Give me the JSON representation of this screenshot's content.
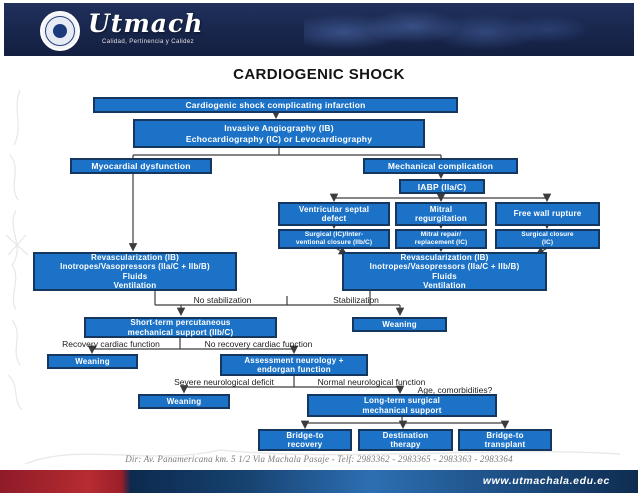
{
  "header": {
    "brand": "Utmach",
    "tagline": "Calidad, Pertinencia y Calidez"
  },
  "title": "CARDIOGENIC SHOCK",
  "flowchart": {
    "nodes": [
      {
        "id": "complicating-infarction",
        "text": "Cardiogenic shock complicating infarction"
      },
      {
        "id": "invasive-angiography",
        "text": "Invasive Angiography (IB)\nEchocardiography (IC) or Levocardiography"
      },
      {
        "id": "myocardial-dysfunction",
        "text": "Myocardial dysfunction"
      },
      {
        "id": "mechanical-complication",
        "text": "Mechanical complication"
      },
      {
        "id": "iabp",
        "text": "IABP (IIa/C)"
      },
      {
        "id": "ventricular-septal-defect",
        "text": "Ventricular septal\ndefect"
      },
      {
        "id": "mitral-regurgitation",
        "text": "Mitral\nregurgitation"
      },
      {
        "id": "free-wall-rupture",
        "text": "Free wall rupture"
      },
      {
        "id": "surgical-interventional-closure",
        "text": "Surgical (IC)/Inter-\nventional closure (IIb/C)"
      },
      {
        "id": "mitral-repair-replacement",
        "text": "Mitral repair/\nreplacement (IC)"
      },
      {
        "id": "surgical-closure",
        "text": "Surgical closure\n(IC)"
      },
      {
        "id": "revascularization-left",
        "text": "Revascularization (IB)\nInotropes/Vasopressors (IIa/C + IIb/B)\nFluids\nVentilation"
      },
      {
        "id": "revascularization-right",
        "text": "Revascularization (IB)\nInotropes/Vasopressors (IIa/C + IIb/B)\nFluids\nVentilation"
      },
      {
        "id": "short-term-support",
        "text": "Short-term percutaneous\nmechanical support (IIb/C)"
      },
      {
        "id": "weaning-after-stabilization",
        "text": "Weaning"
      },
      {
        "id": "weaning-after-recovery",
        "text": "Weaning"
      },
      {
        "id": "assessment-neurology",
        "text": "Assessment neurology +\nendorgan function"
      },
      {
        "id": "weaning-after-deficit",
        "text": "Weaning"
      },
      {
        "id": "long-term-support",
        "text": "Long-term surgical\nmechanical support"
      },
      {
        "id": "bridge-to-recovery",
        "text": "Bridge-to\nrecovery"
      },
      {
        "id": "destination-therapy",
        "text": "Destination\ntherapy"
      },
      {
        "id": "bridge-to-transplant",
        "text": "Bridge-to\ntransplant"
      }
    ],
    "edge_labels": [
      {
        "id": "no-stabilization",
        "text": "No stabilization"
      },
      {
        "id": "stabilization",
        "text": "Stabilization"
      },
      {
        "id": "recovery-cardiac-function",
        "text": "Recovery cardiac function"
      },
      {
        "id": "no-recovery-cardiac-function",
        "text": "No recovery cardiac function"
      },
      {
        "id": "severe-neurological-deficit",
        "text": "Severe neurological deficit"
      },
      {
        "id": "normal-neurological-function",
        "text": "Normal neurological function"
      },
      {
        "id": "age-comorbidities",
        "text": "Age, comorbidities?"
      }
    ],
    "colors": {
      "node_fill": "#1b72c7",
      "node_border": "#15365f",
      "connector": "#3c3c3c"
    }
  },
  "footer": {
    "address": "Dir: Av. Panamericana km. 5 1/2 Via Machala Pasaje - Telf: 2983362 - 2983365 - 2983363 - 2983364",
    "website": "www.utmachala.edu.ec"
  }
}
